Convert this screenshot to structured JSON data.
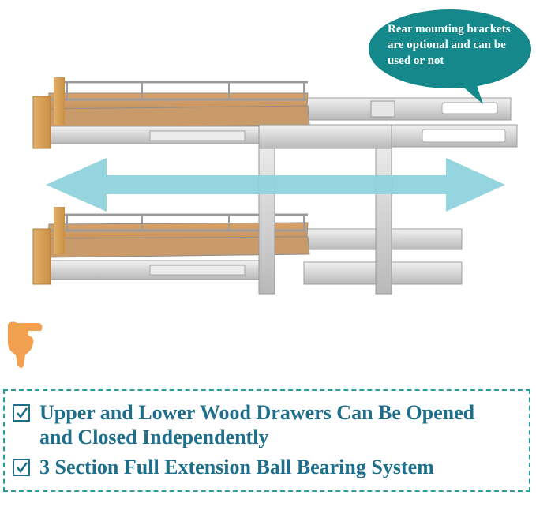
{
  "callout": {
    "lines": [
      "Rear mounting brackets",
      "are optional and can be",
      "used or not"
    ],
    "color": "#14888a"
  },
  "arrow": {
    "icon": "double-headed-arrow-icon",
    "color": "#8fd3de"
  },
  "pointer": {
    "icon": "pointing-hand-icon",
    "color": "#f2a052"
  },
  "features": [
    {
      "icon": "checkbox-checked-icon",
      "lines": [
        "Upper and Lower Wood Drawers Can Be Opened",
        "and Closed Independently"
      ]
    },
    {
      "icon": "checkbox-checked-icon",
      "lines": [
        "3 Section Full Extension Ball Bearing System"
      ]
    }
  ],
  "colors": {
    "text": "#1f6f8b",
    "border": "#2a9a9c",
    "wood": "#d9a35c",
    "metal": "#c8c8c8"
  }
}
